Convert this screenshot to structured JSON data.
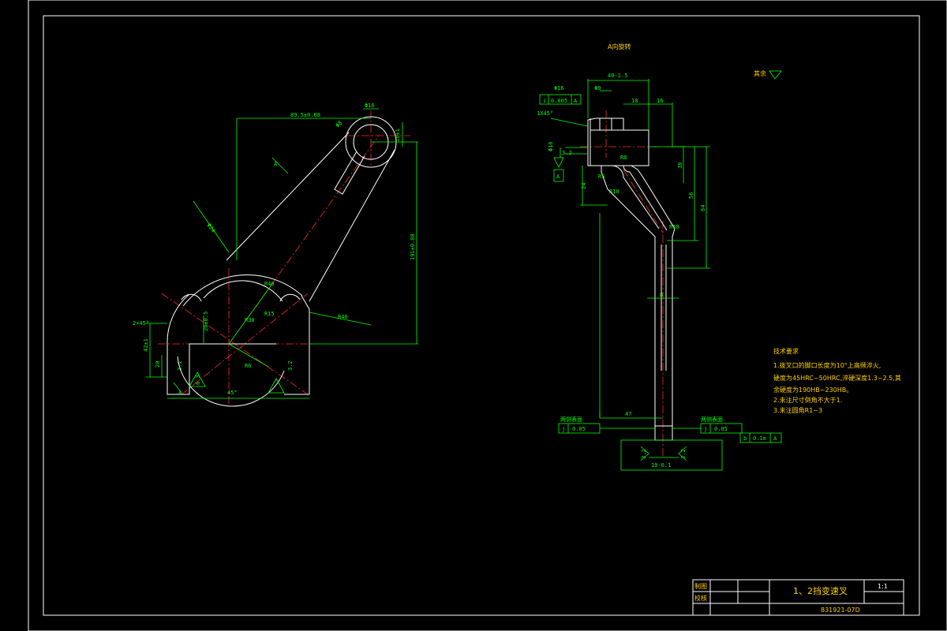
{
  "colors": {
    "background": "#000000",
    "outline": "#ffffff",
    "dimension": "#00ff00",
    "centerline": "#ff2a2a",
    "note": "#ffd200"
  },
  "front_view": {
    "dim_center_distance": "89.5±0.08",
    "dim_top_width": "Φ16",
    "dim_top_hole": "Φ8",
    "dim_top_offset": "16±1",
    "dim_section_A": "A",
    "dim_arm_angle": "Φ24",
    "dim_height_total": "191±0.08",
    "dim_r40": "R40",
    "dim_r46": "R46",
    "dim_chamfer": "2×45°",
    "dim_slot": "28±0.5",
    "dim_width_fork": "42±1",
    "dim_height_20": "20",
    "dim_r30": "R30",
    "dim_r15": "R15",
    "dim_r6": "R6",
    "dim_45": "45°",
    "dim_bottom_width": "R40",
    "dim_roughness_1": "3.2",
    "dim_roughness_2": "3.2",
    "dim_roughness_3": "6.3",
    "dim_A_marker": "A"
  },
  "side_view": {
    "section_label": "A向旋转",
    "dim_40": "40-1.5",
    "dim_phi16": "Φ16",
    "dim_phi9": "Φ9",
    "dim_16": "16",
    "dim_18": "18",
    "tol_box_1": [
      "i",
      "0.005",
      "A"
    ],
    "dim_chamfer": "1X45°",
    "dim_phi18": "Φ16",
    "dim_roughness": "3.2",
    "dim_A": "A",
    "dim_24": "24",
    "dim_R5": "R5",
    "dim_R8": "R8",
    "dim_38": "38",
    "dim_56": "56",
    "dim_84": "84",
    "dim_R10": "R10",
    "dim_8": "8",
    "dim_47": "47",
    "label_left_face": "两侧表面",
    "label_right_face": "两侧表面",
    "tol_box_left": [
      "j",
      "0.05"
    ],
    "tol_box_right": [
      "j",
      "0.05"
    ],
    "tol_box_b": [
      "b",
      "0.1m",
      "A"
    ],
    "dim_bottom": "10-0.1",
    "dim_rough_l": "3.2",
    "dim_rough_r": "3.2"
  },
  "surface_note": "其余",
  "tech_requirements": {
    "title": "技术要求",
    "lines": [
      "1.拨叉口的脚口长度为10°上高频淬火,",
      "硬度为45HRC~50HRC,淬硬深度1.3~2.5,其",
      "余硬度为190HB~230HB。",
      "2.未注尺寸倒角不大于1.",
      "3.未注圆角R1~3"
    ]
  },
  "title_block": {
    "label_drawn": "制图",
    "label_checked": "校核",
    "part_name": "1、2挡变速叉",
    "scale": "1:1",
    "drawing_no": "831921-07D"
  }
}
